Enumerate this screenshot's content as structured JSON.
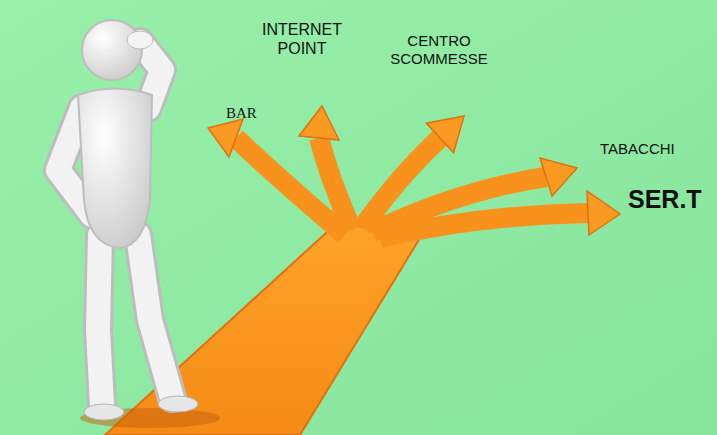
{
  "diagram": {
    "labels": [
      "INTERNET POINT",
      "CENTRO SCOMMESSE",
      "BAR",
      "TABACCHI",
      "SER.T"
    ]
  }
}
